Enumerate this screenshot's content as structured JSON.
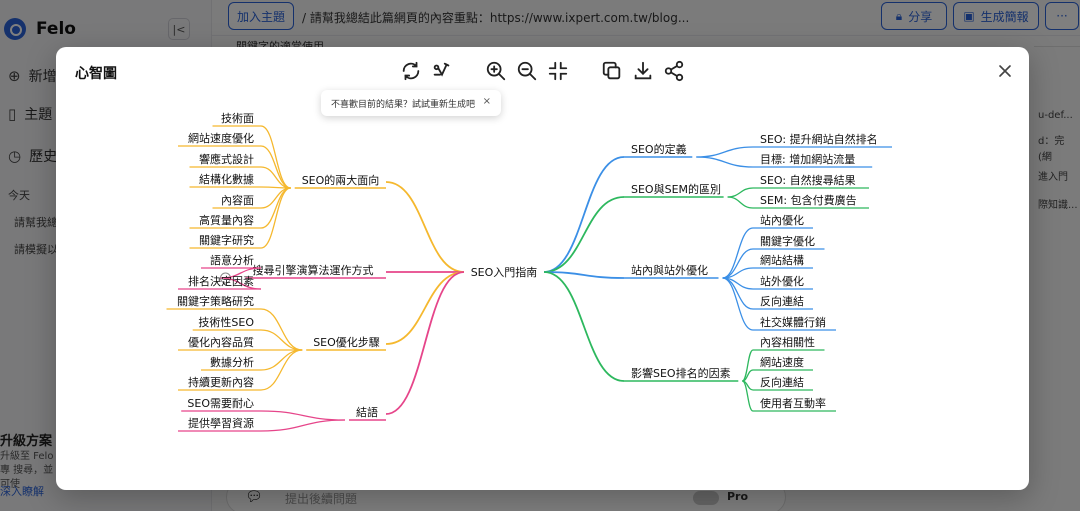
{
  "app": {
    "logo_text": "Felo",
    "sidebar": {
      "items": [
        {
          "icon": "plus-circle-icon",
          "label": "新增"
        },
        {
          "icon": "book-icon",
          "label": "主題"
        },
        {
          "icon": "history-icon",
          "label": "歷史"
        }
      ],
      "today_label": "今天",
      "history_items": [
        "請幫我總",
        "請模擬以"
      ],
      "upgrade": {
        "title": "升級方案",
        "desc": "升級至 Felo 專 搜尋，並可使",
        "link": "深入瞭解"
      }
    },
    "topbar": {
      "add_topic_label": "加入主題",
      "breadcrumb": "/ 請幫我總結此篇網頁的內容重點：https://www.ixpert.com.tw/blog...",
      "share_label": "分享",
      "report_label": "生成簡報",
      "more_label": "···"
    },
    "main_partial_text": "關鍵字的適當使用",
    "right_panel": [
      "u-def...",
      "d：完",
      "(網",
      "進入門",
      "際知識..."
    ],
    "bottom": {
      "placeholder": "提出後續問題",
      "pro_label": "Pro"
    }
  },
  "modal": {
    "title": "心智圖",
    "tooltip": "不喜歡目前的結果？試試重新生成吧",
    "tools": [
      "regenerate-icon",
      "edit-style-icon",
      "zoom-in-icon",
      "zoom-out-icon",
      "fit-screen-icon",
      "copy-icon",
      "download-icon",
      "share-icon"
    ]
  },
  "mindmap": {
    "root": "SEO入門指南",
    "left": [
      {
        "label": "SEO的兩大面向",
        "color": "#f5b82e",
        "children": [
          "技術面",
          "網站速度優化",
          "響應式設計",
          "結構化數據",
          "內容面",
          "高質量內容",
          "關鍵字研究"
        ]
      },
      {
        "label": "搜尋引擎演算法運作方式",
        "color": "#e6458a",
        "collapsed": true,
        "children": [
          "語意分析",
          "排名決定因素"
        ]
      },
      {
        "label": "SEO優化步驟",
        "color": "#f5b82e",
        "children": [
          "關鍵字策略研究",
          "技術性SEO",
          "優化內容品質",
          "數據分析",
          "持續更新內容"
        ]
      },
      {
        "label": "結語",
        "color": "#e6458a",
        "children": [
          "SEO需要耐心",
          "提供學習資源"
        ]
      }
    ],
    "right": [
      {
        "label": "SEO的定義",
        "color": "#3b8fe6",
        "children": [
          "SEO: 提升網站自然排名",
          "目標: 增加網站流量"
        ]
      },
      {
        "label": "SEO與SEM的區別",
        "color": "#2db85e",
        "children": [
          "SEO: 自然搜尋結果",
          "SEM: 包含付費廣告"
        ]
      },
      {
        "label": "站內與站外優化",
        "color": "#3b8fe6",
        "children": [
          "站內優化",
          "關鍵字優化",
          "網站結構",
          "站外優化",
          "反向連結",
          "社交媒體行銷"
        ]
      },
      {
        "label": "影響SEO排名的因素",
        "color": "#2db85e",
        "children": [
          "內容相關性",
          "網站速度",
          "反向連結",
          "使用者互動率"
        ]
      }
    ]
  }
}
